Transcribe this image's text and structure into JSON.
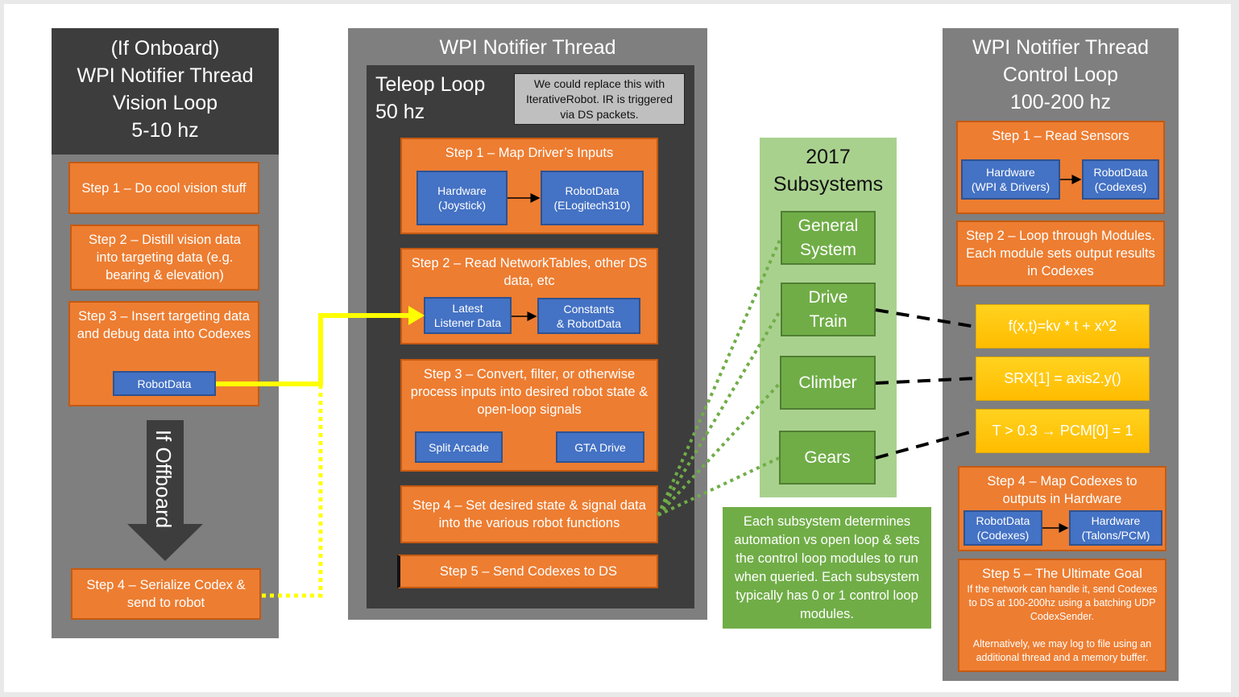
{
  "vision_col": {
    "title_lines": [
      "(If Onboard)",
      "WPI Notifier Thread",
      "Vision Loop",
      "5-10 hz"
    ],
    "step1": "Step 1 – Do cool vision stuff",
    "step2": "Step 2 – Distill vision data into targeting data (e.g. bearing & elevation)",
    "step3": "Step 3 – Insert targeting data and debug data into Codexes",
    "step3_box": "RobotData",
    "arrow_label": "If Offboard",
    "step4": "Step 4 – Serialize Codex & send to robot"
  },
  "teleop_col": {
    "title": "WPI Notifier Thread",
    "loop_title_lines": [
      "Teleop Loop",
      "50 hz"
    ],
    "note": "We could replace this with IterativeRobot.  IR is triggered via DS packets.",
    "step1": "Step 1 – Map Driver’s Inputs",
    "step1_left": [
      "Hardware",
      "(Joystick)"
    ],
    "step1_right": [
      "RobotData",
      "(ELogitech310)"
    ],
    "step2": "Step 2 – Read NetworkTables, other DS data, etc",
    "step2_left": [
      "Latest",
      "Listener Data"
    ],
    "step2_right": [
      "Constants",
      "& RobotData"
    ],
    "step3": "Step 3 – Convert, filter, or otherwise process inputs into desired robot state & open-loop signals",
    "step3_left": "Split Arcade",
    "step3_right": "GTA Drive",
    "step4": "Step 4 – Set desired state & signal data into the various robot functions",
    "step5": "Step 5 – Send Codexes to DS"
  },
  "subsystems": {
    "title_lines": [
      "2017",
      "Subsystems"
    ],
    "items": [
      [
        "General",
        "System"
      ],
      [
        "Drive",
        "Train"
      ],
      [
        "Climber"
      ],
      [
        "Gears"
      ]
    ],
    "description": "Each subsystem determines automation vs open loop & sets the control loop modules to run when queried.  Each subsystem typically has 0 or 1 control loop modules."
  },
  "control_col": {
    "title_lines": [
      "WPI Notifier Thread",
      "Control Loop",
      "100-200 hz"
    ],
    "step1": "Step 1 – Read Sensors",
    "step1_left": [
      "Hardware",
      "(WPI & Drivers)"
    ],
    "step1_right": [
      "RobotData",
      "(Codexes)"
    ],
    "step2": "Step 2 – Loop through Modules.  Each module sets output results in Codexes",
    "modules": [
      "f(x,t)=kv * t + x^2",
      "SRX[1] = axis2.y()",
      "T > 0.3 → PCM[0] = 1"
    ],
    "step4": "Step 4 – Map Codexes to outputs in Hardware",
    "step4_left": [
      "RobotData",
      "(Codexes)"
    ],
    "step4_right": [
      "Hardware",
      "(Talons/PCM)"
    ],
    "step5_title": "Step 5 – The Ultimate Goal",
    "step5_body": "If the network can handle it, send Codexes to DS at 100-200hz using a batching UDP CodexSender.",
    "step5_body2": "Alternatively, we may log to file using an additional thread and a memory buffer."
  },
  "colors": {
    "column_gray": "#7f7f7f",
    "dark_gray": "#3d3d3d",
    "orange": "#ed7d31",
    "blue": "#4472c4",
    "green": "#70ad47",
    "light_green": "#a9d18e",
    "yellow": "#ffc000",
    "arrow_yellow": "#ffff00"
  }
}
